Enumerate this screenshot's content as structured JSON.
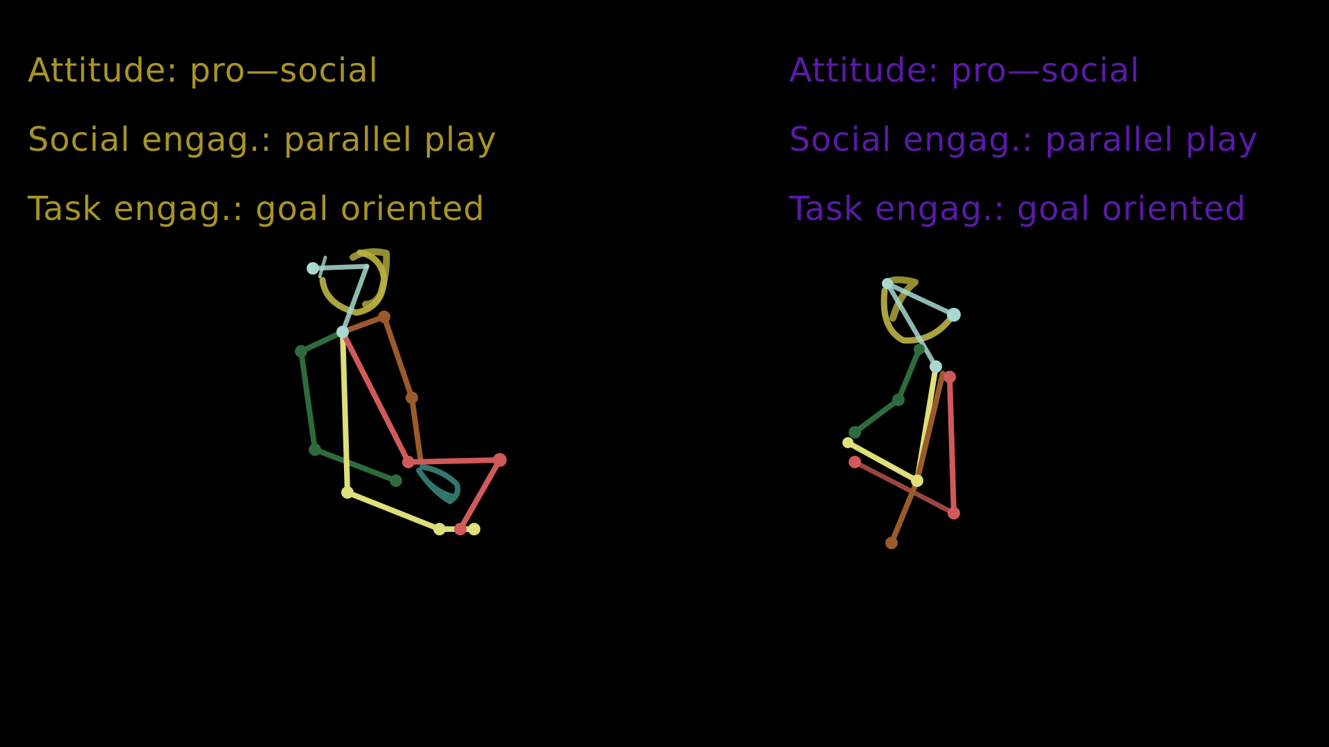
{
  "left_person": {
    "color": "#a89426",
    "attitude": "Attitude: pro—social",
    "social": "Social engag.: parallel play",
    "task": "Task engag.: goal oriented"
  },
  "right_person": {
    "color": "#5a1aa8",
    "attitude": "Attitude: pro—social",
    "social": "Social engag.: parallel play",
    "task": "Task engag.: goal oriented"
  },
  "colors": {
    "background": "#000000",
    "limb_dark_green": "#2e6b3c",
    "limb_yellow": "#dede7a",
    "limb_red": "#d05a5a",
    "limb_brown": "#9a5a2a",
    "limb_light_blue": "#a8d8d0",
    "head_yellow": "#c8c048",
    "hand_teal": "#3a8a80"
  }
}
